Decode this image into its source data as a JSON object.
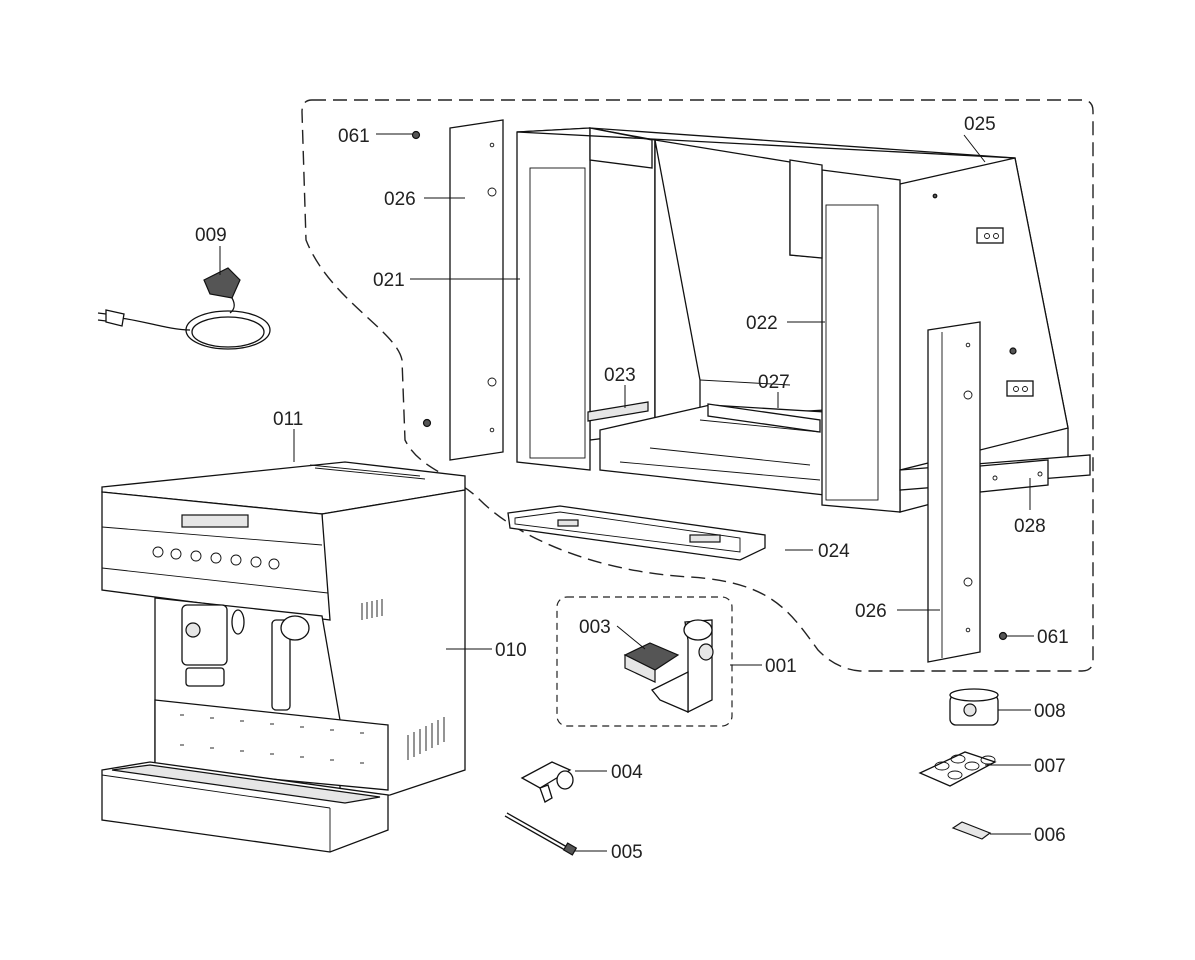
{
  "diagram": {
    "labels": {
      "p001": "001",
      "p003": "003",
      "p004": "004",
      "p005": "005",
      "p006": "006",
      "p007": "007",
      "p008": "008",
      "p009": "009",
      "p010": "010",
      "p011": "011",
      "p021": "021",
      "p022": "022",
      "p023": "023",
      "p024": "024",
      "p025": "025",
      "p026_top": "026",
      "p026_bottom": "026",
      "p027": "027",
      "p028": "028",
      "p061_top": "061",
      "p061_bottom": "061"
    }
  }
}
